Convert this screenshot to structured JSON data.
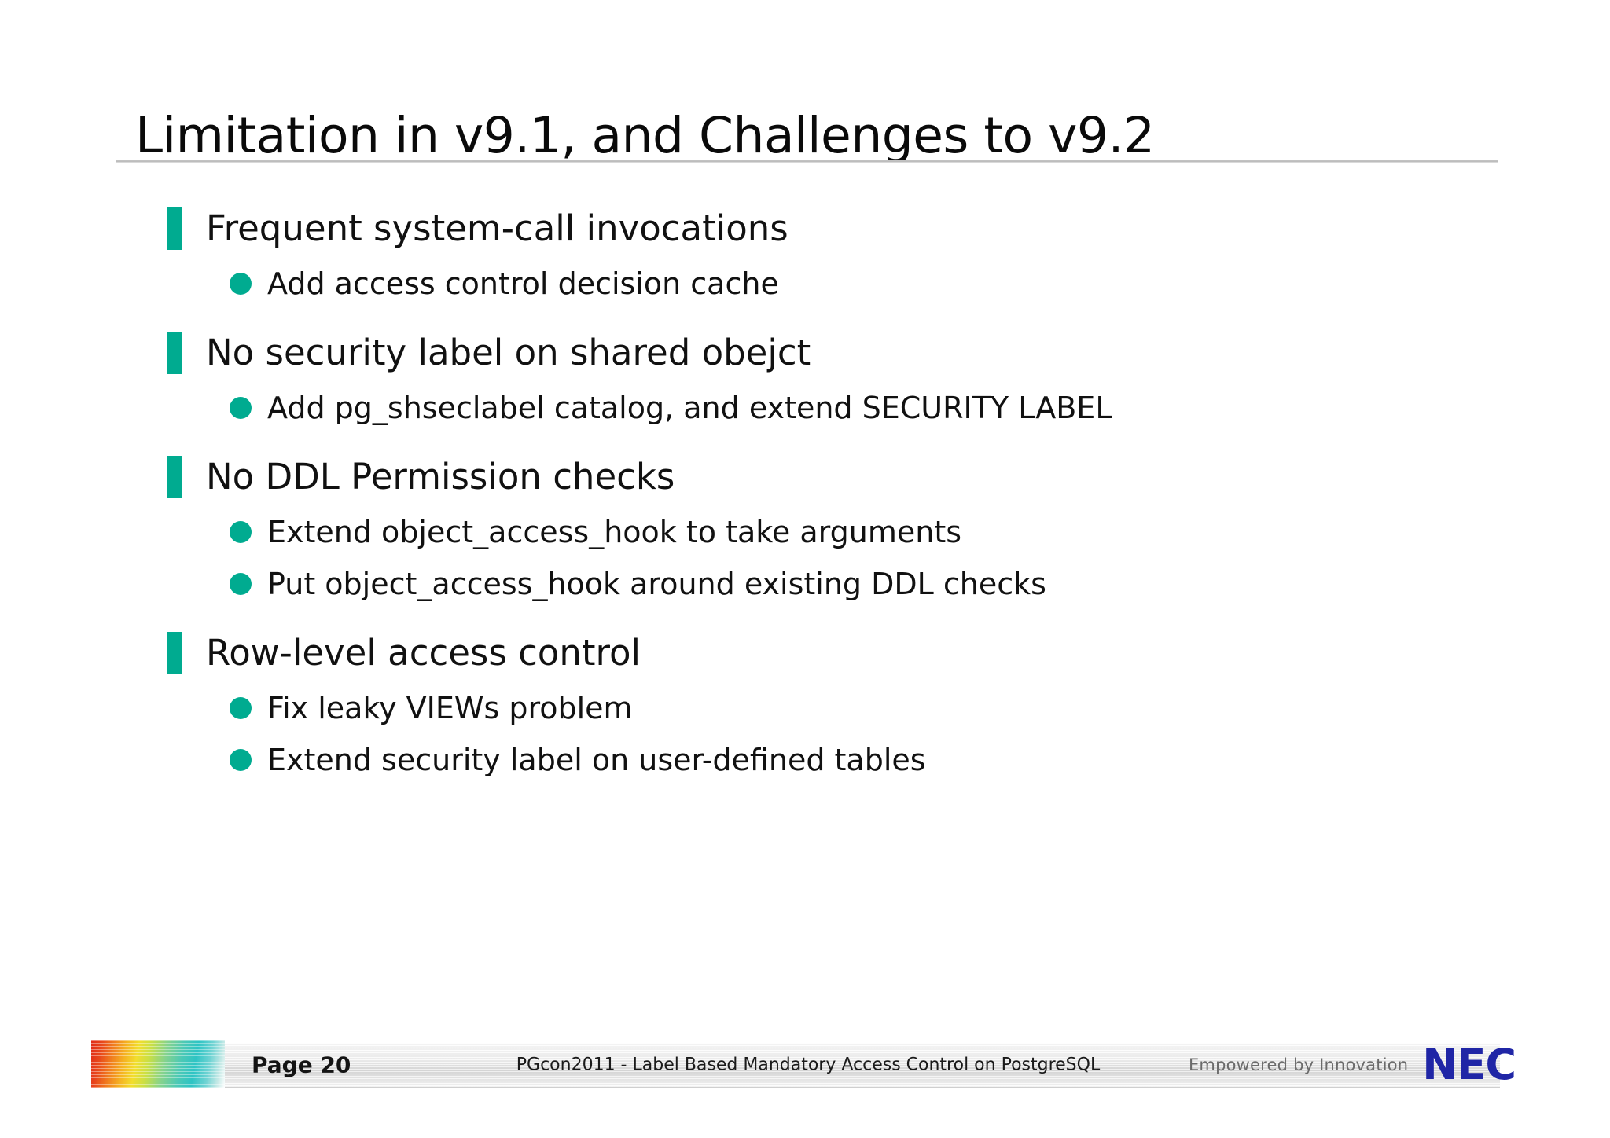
{
  "slide": {
    "title": "Limitation in v9.1, and Challenges to v9.2",
    "accent_color": "#00ab90",
    "logo_color": "#2026a6",
    "groups": [
      {
        "heading": "Frequent system-call invocations",
        "items": [
          "Add access control decision cache"
        ]
      },
      {
        "heading": "No security label on shared obejct",
        "items": [
          "Add pg_shseclabel catalog, and extend SECURITY LABEL"
        ]
      },
      {
        "heading": "No DDL Permission checks",
        "items": [
          "Extend object_access_hook to take arguments",
          "Put object_access_hook around existing DDL checks"
        ]
      },
      {
        "heading": "Row-level access control",
        "items": [
          "Fix leaky VIEWs problem",
          "Extend security label on user-defined tables"
        ]
      }
    ]
  },
  "footer": {
    "page_label": "Page 20",
    "center_text": "PGcon2011 - Label Based Mandatory Access Control on PostgreSQL",
    "tagline": "Empowered by Innovation",
    "brand": "NEC"
  }
}
